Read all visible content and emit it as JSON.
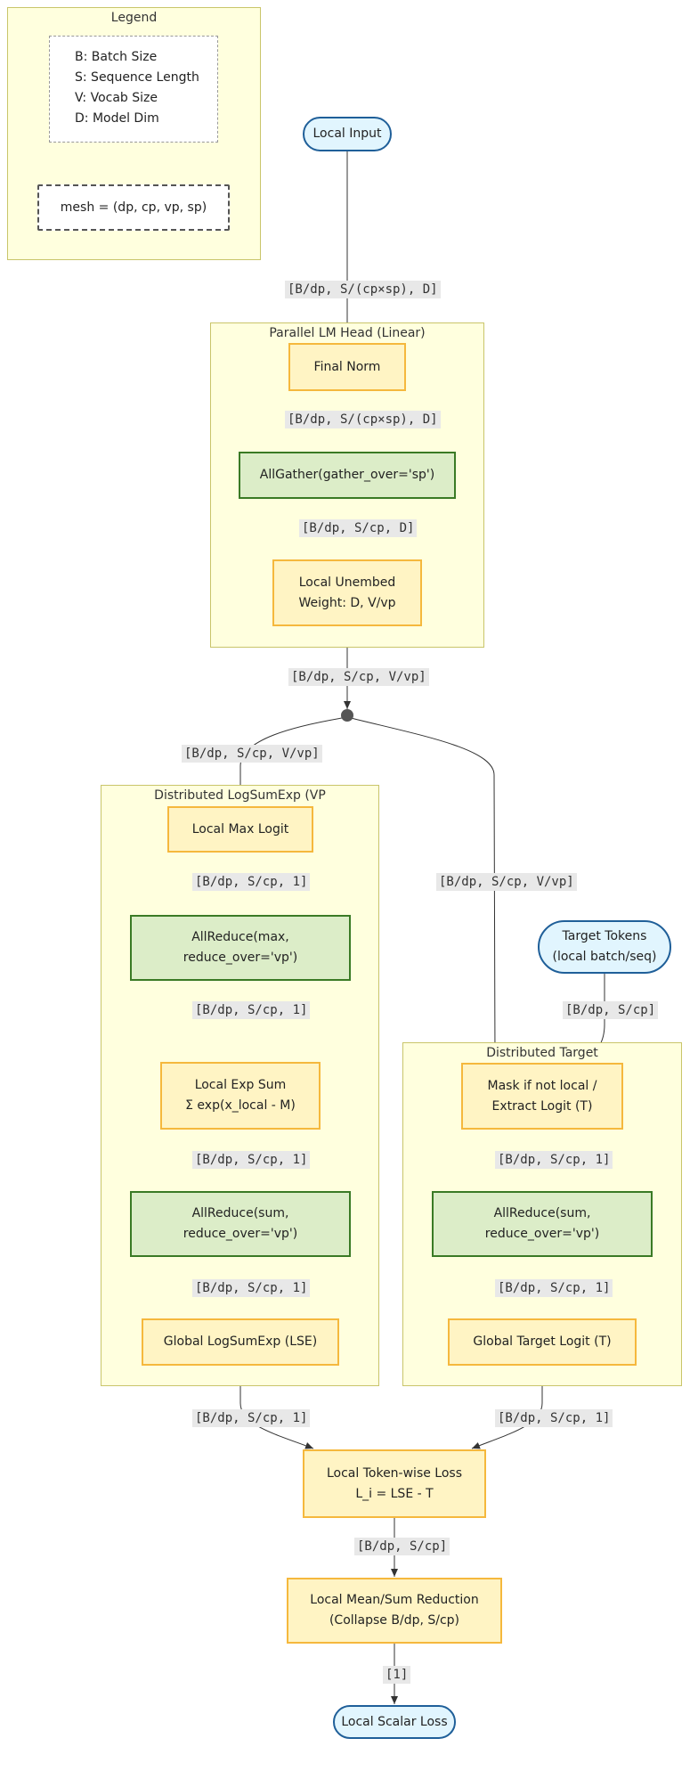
{
  "legend": {
    "title": "Legend",
    "items": [
      "B: Batch Size",
      "S: Sequence Length",
      "V: Vocab Size",
      "D: Model Dim"
    ],
    "mesh": "mesh = (dp, cp, vp, sp)"
  },
  "clusters": {
    "lm_head": "Parallel LM Head (Linear)",
    "lse": "Distributed LogSumExp (VP",
    "target": "Distributed Target"
  },
  "nodes": {
    "local_input": "Local Input",
    "final_norm": "Final Norm",
    "allgather": "AllGather(gather_over='sp')",
    "unembed": "Local Unembed\nWeight: D, V/vp",
    "max_logit": "Local Max Logit",
    "allreduce_max": "AllReduce(max,\nreduce_over='vp')",
    "exp_sum": "Local Exp Sum\nΣ exp(x_local - M)",
    "allreduce_sum_lse": "AllReduce(sum,\nreduce_over='vp')",
    "global_lse": "Global LogSumExp (LSE)",
    "target_tokens": "Target Tokens\n(local batch/seq)",
    "mask_extract": "Mask if not local /\nExtract Logit (T)",
    "allreduce_sum_target": "AllReduce(sum,\nreduce_over='vp')",
    "global_target": "Global Target Logit (T)",
    "token_loss": "Local Token-wise Loss\nL_i = LSE - T",
    "mean_sum": "Local Mean/Sum Reduction\n(Collapse B/dp, S/cp)",
    "scalar_loss": "Local Scalar Loss"
  },
  "edge_labels": {
    "input_to_norm": "[B/dp, S/(cp×sp), D]",
    "norm_to_gather": "[B/dp, S/(cp×sp), D]",
    "gather_to_unembed": "[B/dp, S/cp, D]",
    "unembed_to_split": "[B/dp, S/cp, V/vp]",
    "split_to_max": "[B/dp, S/cp, V/vp]",
    "max_to_allreduce": "[B/dp, S/cp, 1]",
    "allreduce_to_expsum": "[B/dp, S/cp, 1]",
    "expsum_to_allreduce": "[B/dp, S/cp, 1]",
    "allreduce_to_lse": "[B/dp, S/cp, 1]",
    "split_to_mask": "[B/dp, S/cp, V/vp]",
    "tokens_to_mask": "[B/dp, S/cp]",
    "mask_to_allreduce": "[B/dp, S/cp, 1]",
    "allreduce_to_target": "[B/dp, S/cp, 1]",
    "lse_to_loss": "[B/dp, S/cp, 1]",
    "target_to_loss": "[B/dp, S/cp, 1]",
    "loss_to_reduction": "[B/dp, S/cp]",
    "reduction_to_scalar": "[1]"
  }
}
